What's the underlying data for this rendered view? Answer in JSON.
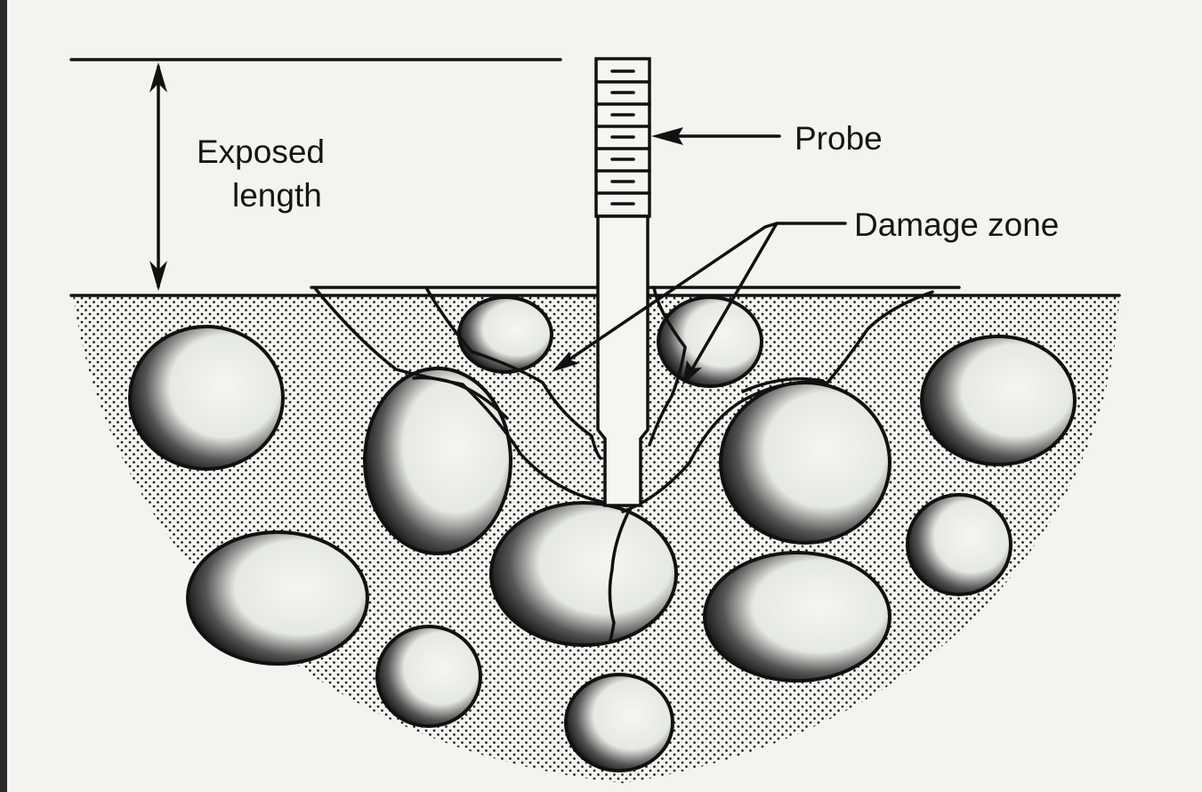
{
  "labels": {
    "exposed_length_line1": "Exposed",
    "exposed_length_line2": "length",
    "probe": "Probe",
    "damage_zone": "Damage zone"
  },
  "colors": {
    "paper": "#f2f5ef",
    "ink": "#111111",
    "stone_fill": "#f3f5f1"
  }
}
